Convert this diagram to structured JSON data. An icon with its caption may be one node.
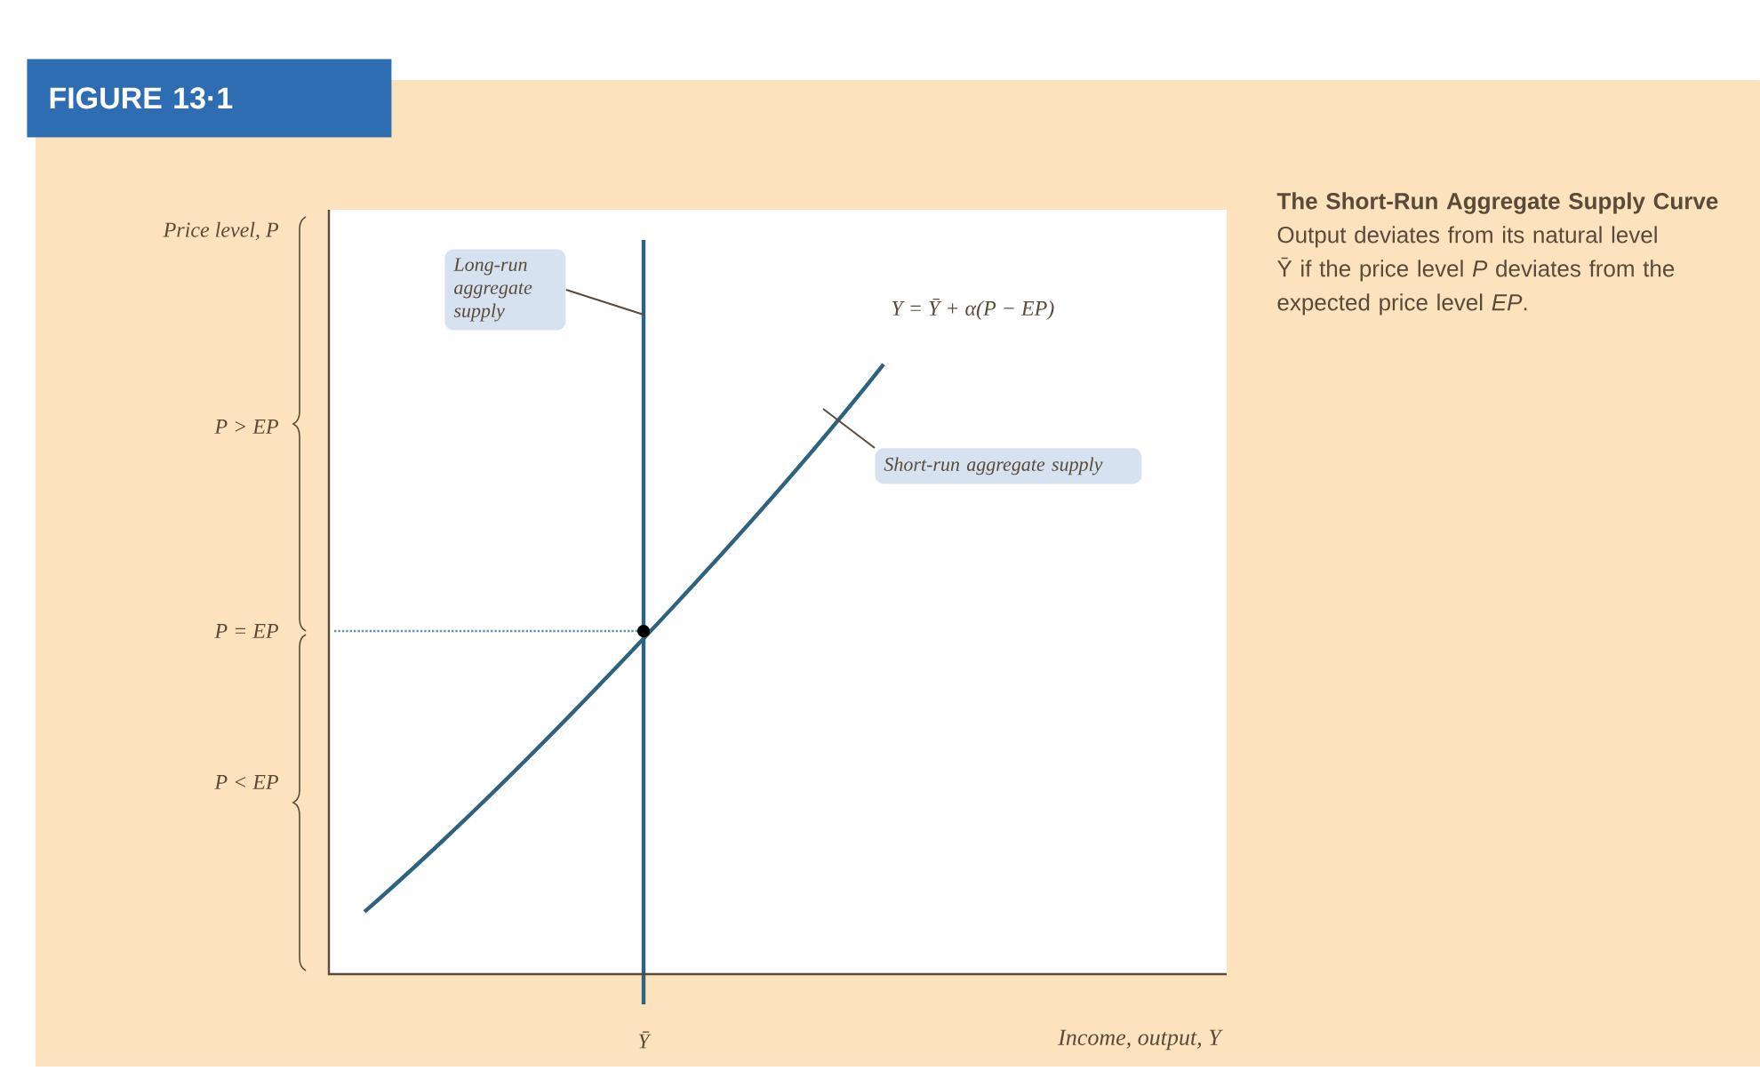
{
  "diagram": {
    "title": "FIGURE 13·1",
    "caption": "**The Short-Run Aggregate Supply Curve** Output deviates from its natural level Ȳ if the price level *P* deviates from the expected price level *EP*.",
    "nodes": [
      {
        "text": [
          "Long-run aggregate supply"
        ]
      },
      {
        "text": [
          "Short-run aggregate supply"
        ]
      }
    ],
    "edges": [
      {
        "from": 0,
        "to": null,
        "arrow": "none"
      },
      {
        "from": 1,
        "to": null,
        "arrow": "none"
      }
    ],
    "labels": [
      "Price level, P",
      "Y = Ȳ + α(P − EP)",
      "P > EP",
      "P = EP",
      "P < EP",
      "Ȳ",
      "Income, output, Y"
    ]
  }
}
